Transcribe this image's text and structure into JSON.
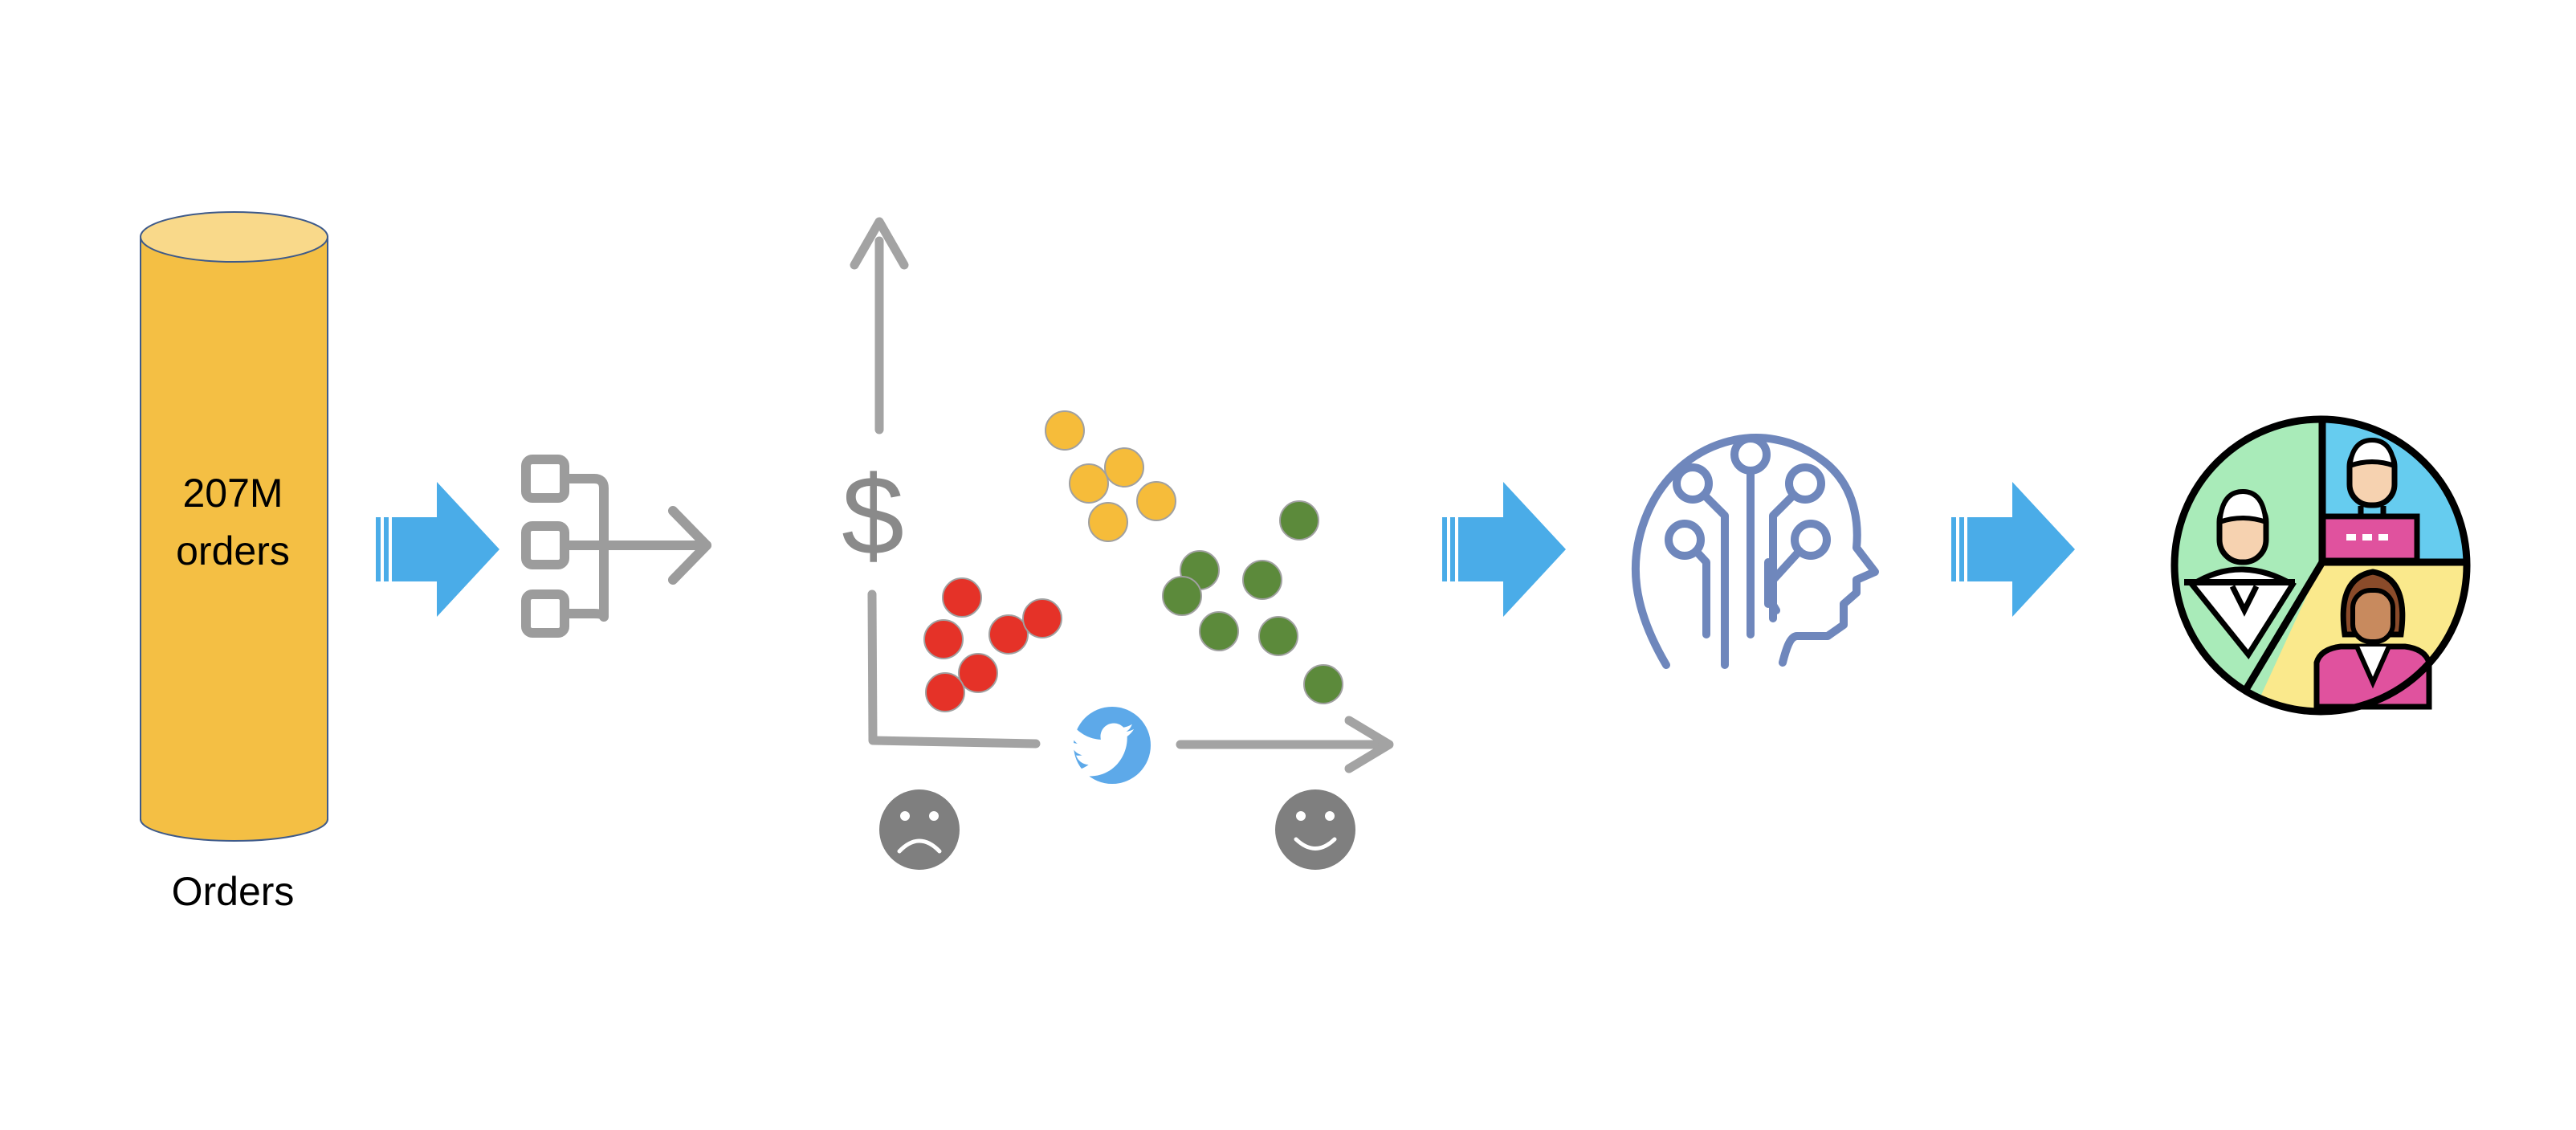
{
  "database": {
    "label_line1": "207M",
    "label_line2": "orders",
    "caption": "Orders"
  },
  "scatter": {
    "y_axis_symbol": "$",
    "clusters": [
      {
        "color": "#E53228"
      },
      {
        "color": "#F6BC3A"
      },
      {
        "color": "#5C8A3B"
      }
    ]
  },
  "colors": {
    "cylinder": "#F4BF44",
    "cylinder_top": "#F9D98A",
    "flow_arrow": "#4AACE8",
    "icon_gray": "#9C9C9C",
    "ai_head": "#6F87BC",
    "twitter": "#5DA9E9"
  },
  "icons": [
    "database-cylinder",
    "process-flow-icon",
    "scatter-plot",
    "twitter-icon",
    "sad-face-icon",
    "happy-face-icon",
    "ai-head-icon",
    "customer-segments-icon"
  ]
}
